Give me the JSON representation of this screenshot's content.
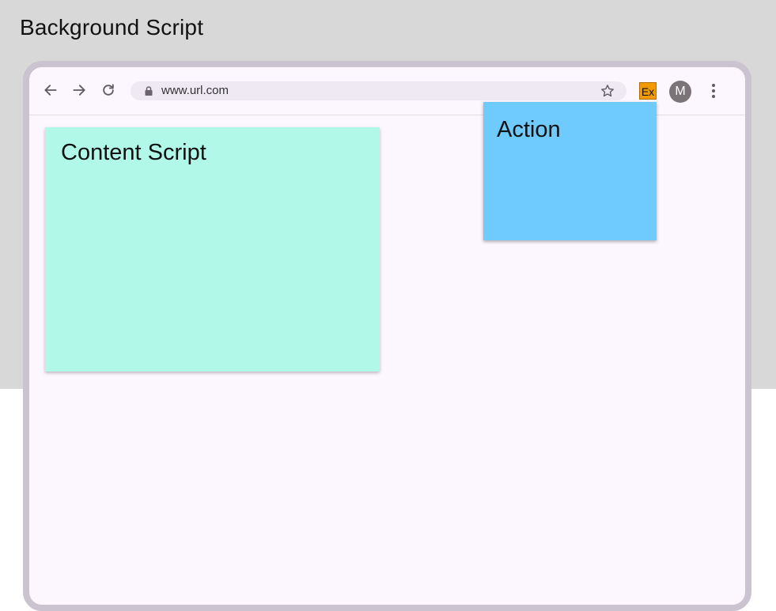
{
  "background": {
    "title": "Background Script",
    "color": "#d8d8d8"
  },
  "browser": {
    "frame_color": "#cbc4d0",
    "page_color": "#fcf6fe",
    "toolbar": {
      "back_icon": "arrow-left-icon",
      "forward_icon": "arrow-right-icon",
      "reload_icon": "reload-icon",
      "url": "www.url.com",
      "lock_icon": "lock-icon",
      "star_icon": "star-icon",
      "extension_label": "Ex",
      "extension_color": "#f29900",
      "avatar_initial": "M",
      "menu_icon": "kebab-menu-icon"
    }
  },
  "content_script": {
    "label": "Content Script",
    "color": "#b2f8e8"
  },
  "action": {
    "label": "Action",
    "color": "#6fcafe"
  }
}
